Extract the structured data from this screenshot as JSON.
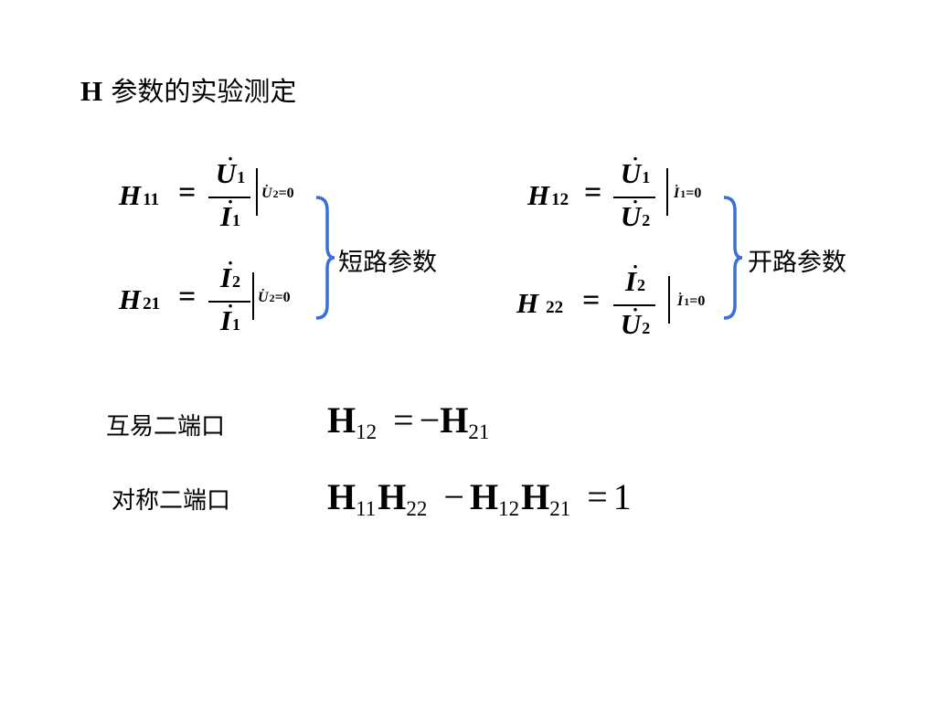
{
  "title": {
    "letter": "H",
    "text": "参数的实验测定"
  },
  "equations": [
    {
      "id": "h11",
      "lhs": "H",
      "sub": "11",
      "eq": "=",
      "num": {
        "v": "U",
        "dot": "·",
        "s": "1"
      },
      "den": {
        "v": "I",
        "dot": "·",
        "s": "1"
      },
      "cond": {
        "v": "U",
        "dot": "·",
        "s": "2",
        "tail": "=0"
      }
    },
    {
      "id": "h21",
      "lhs": "H",
      "sub": "21",
      "eq": "=",
      "num": {
        "v": "I",
        "dot": "·",
        "s": "2"
      },
      "den": {
        "v": "I",
        "dot": "·",
        "s": "1"
      },
      "cond": {
        "v": "U",
        "dot": "·",
        "s": "2",
        "tail": "=0"
      }
    },
    {
      "id": "h12",
      "lhs": "H",
      "sub": "12",
      "eq": "=",
      "num": {
        "v": "U",
        "dot": "·",
        "s": "1"
      },
      "den": {
        "v": "U",
        "dot": "·",
        "s": "2"
      },
      "cond": {
        "v": "I",
        "dot": "·",
        "s": "1",
        "tail": "=0"
      }
    },
    {
      "id": "h22",
      "lhs": "H",
      "sub": "22",
      "eq": "=",
      "num": {
        "v": "I",
        "dot": "·",
        "s": "2"
      },
      "den": {
        "v": "U",
        "dot": "·",
        "s": "2"
      },
      "cond": {
        "v": "I",
        "dot": "·",
        "s": "1",
        "tail": "=0"
      }
    }
  ],
  "brace_labels": {
    "short": "短路参数",
    "open": "开路参数"
  },
  "reciprocal": {
    "label": "互易二端口",
    "formula": {
      "H": "H",
      "s1": "12",
      "eq": "=",
      "neg": "−",
      "s2": "21"
    }
  },
  "symmetric": {
    "label": "对称二端口",
    "formula": {
      "H": "H",
      "s1": "11",
      "s2": "22",
      "minus": "−",
      "s3": "12",
      "s4": "21",
      "eq": "=",
      "one": "1"
    }
  },
  "colors": {
    "brace": "#3b6fd4",
    "text": "#000000"
  }
}
